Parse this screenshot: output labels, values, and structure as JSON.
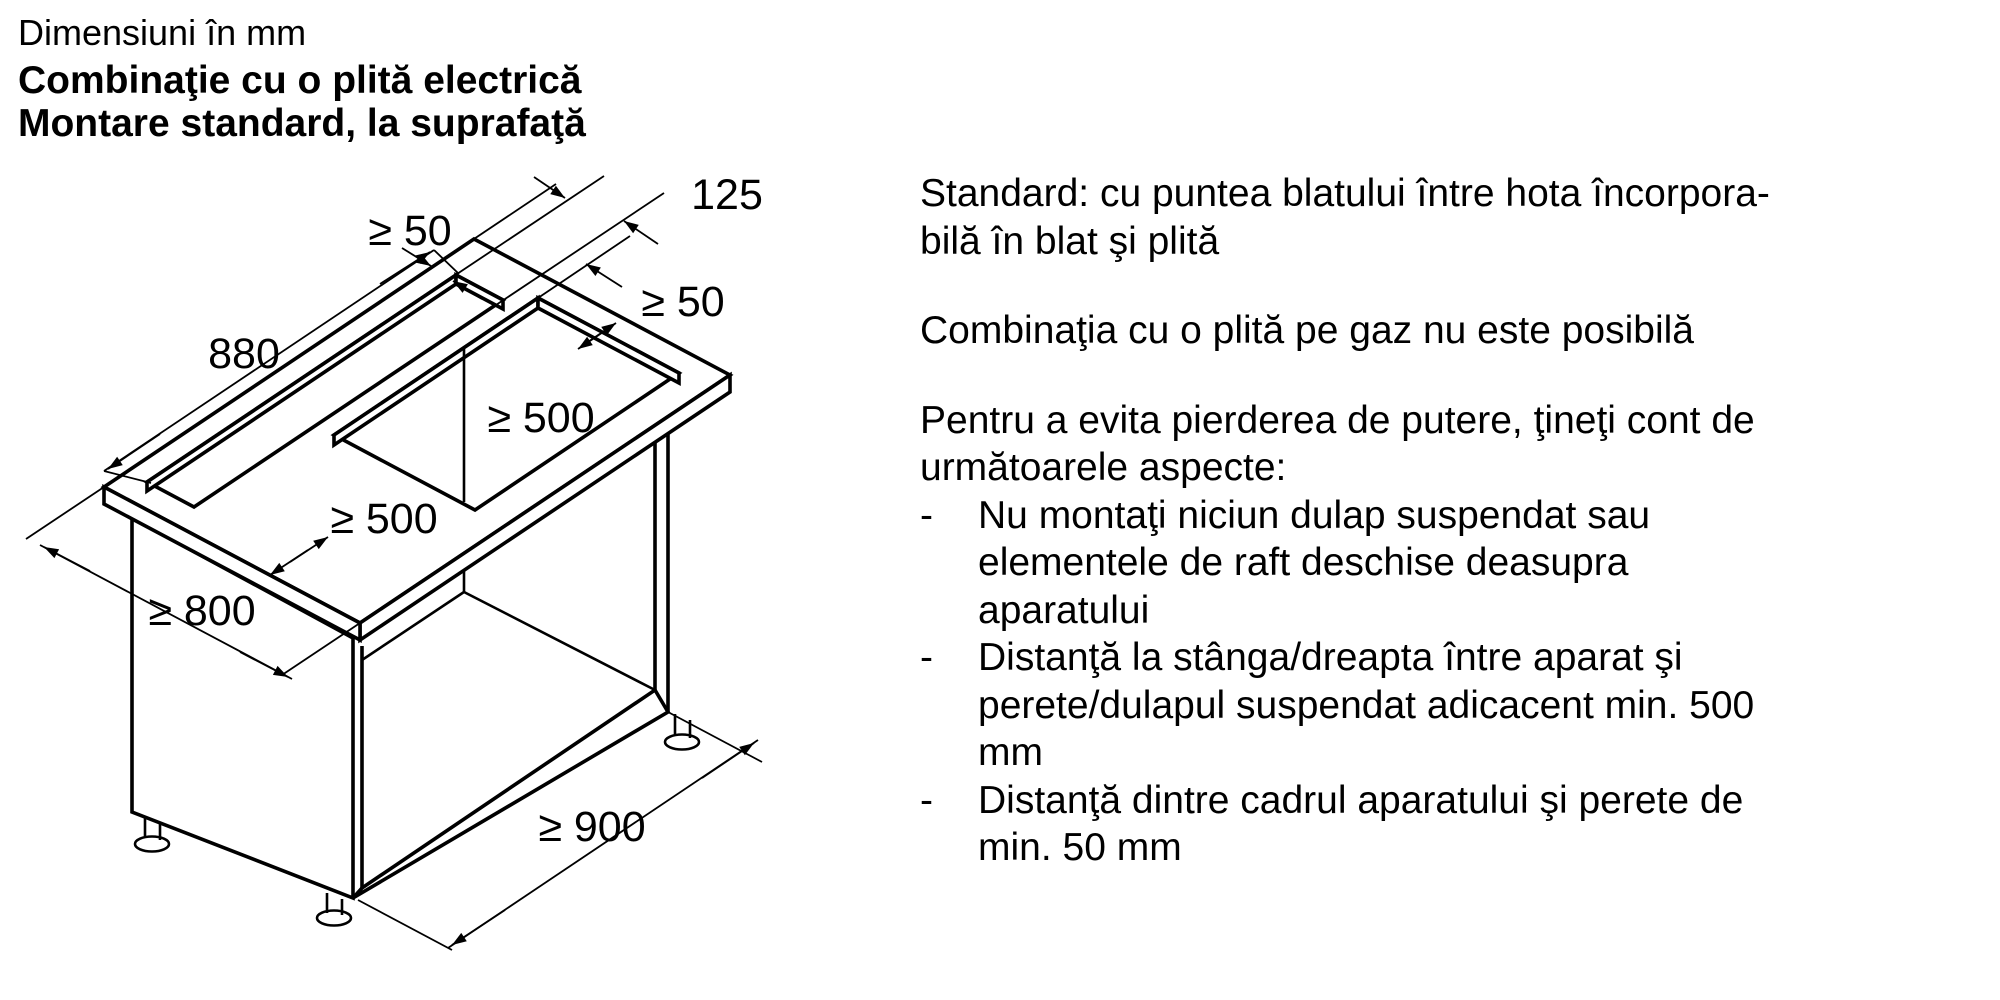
{
  "header": {
    "line1": "Dimensiuni în mm",
    "line2": "Combinaţie cu o plită electrică",
    "line3": "Montare standard, la suprafaţă"
  },
  "diagram": {
    "description": "Isometric drawing of a base cabinet with worktop, downdraft hood slot and hob cutout",
    "labels": {
      "gap_back": "≥ 50",
      "slot_width": "125",
      "gap_slot_hob": "≥ 50",
      "slot_length": "880",
      "clearance_right": "≥ 500",
      "clearance_left": "≥ 500",
      "worktop_depth": "≥ 800",
      "cabinet_width": "≥ 900"
    }
  },
  "right_column": {
    "lines": [
      {
        "text": "Standard: cu puntea blatului între hota încorpora-"
      },
      {
        "text": "bilă în blat şi plită"
      },
      {
        "text": "Combinaţia cu o plită pe gaz nu este posibilă",
        "gap": true
      },
      {
        "text": "Pentru a evita pierderea de putere, ţineţi cont de",
        "gap": true
      },
      {
        "text": "următoarele aspecte:"
      },
      {
        "bullet": "-",
        "text": "Nu montaţi niciun dulap suspendat sau"
      },
      {
        "indent": 1,
        "text": "elementele de raft deschise deasupra"
      },
      {
        "indent": 1,
        "text": "aparatului"
      },
      {
        "bullet": "-",
        "text": "Distanţă la stânga/dreapta între aparat şi"
      },
      {
        "indent": 1,
        "text": "perete/dulapul suspendat adicacent min. 500"
      },
      {
        "indent": 1,
        "text": "mm"
      },
      {
        "bullet": "-",
        "text": "Distanţă dintre cadrul aparatului şi perete de"
      },
      {
        "indent": 1,
        "text": "min. 50 mm"
      }
    ]
  }
}
